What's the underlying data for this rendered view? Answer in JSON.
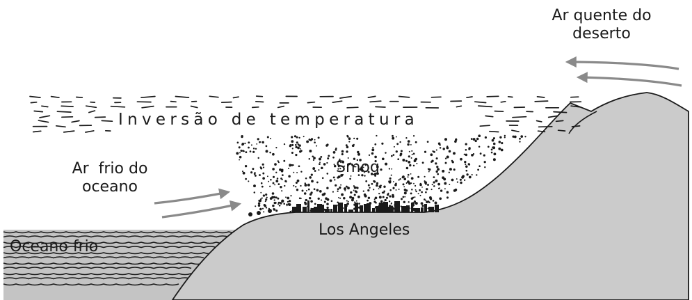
{
  "labels": {
    "desert_air": [
      "Ar quente do",
      "deserto"
    ],
    "inversion": "Inversão de temperatura",
    "ocean_air": [
      "Ar  frio do",
      "oceano"
    ],
    "smog": "Smog",
    "city": "Los Angeles",
    "ocean": "Oceano frio"
  },
  "colors": {
    "land": "#cbcbcb",
    "ocean": "#c4c4c4",
    "ink": "#1a1a1a",
    "arrow": "#8a8a8a",
    "background": "#ffffff"
  },
  "icons": {
    "arrows": "right-arrow and left-arrow",
    "city": "city-skyline-icon",
    "smog": "particle-dots"
  }
}
